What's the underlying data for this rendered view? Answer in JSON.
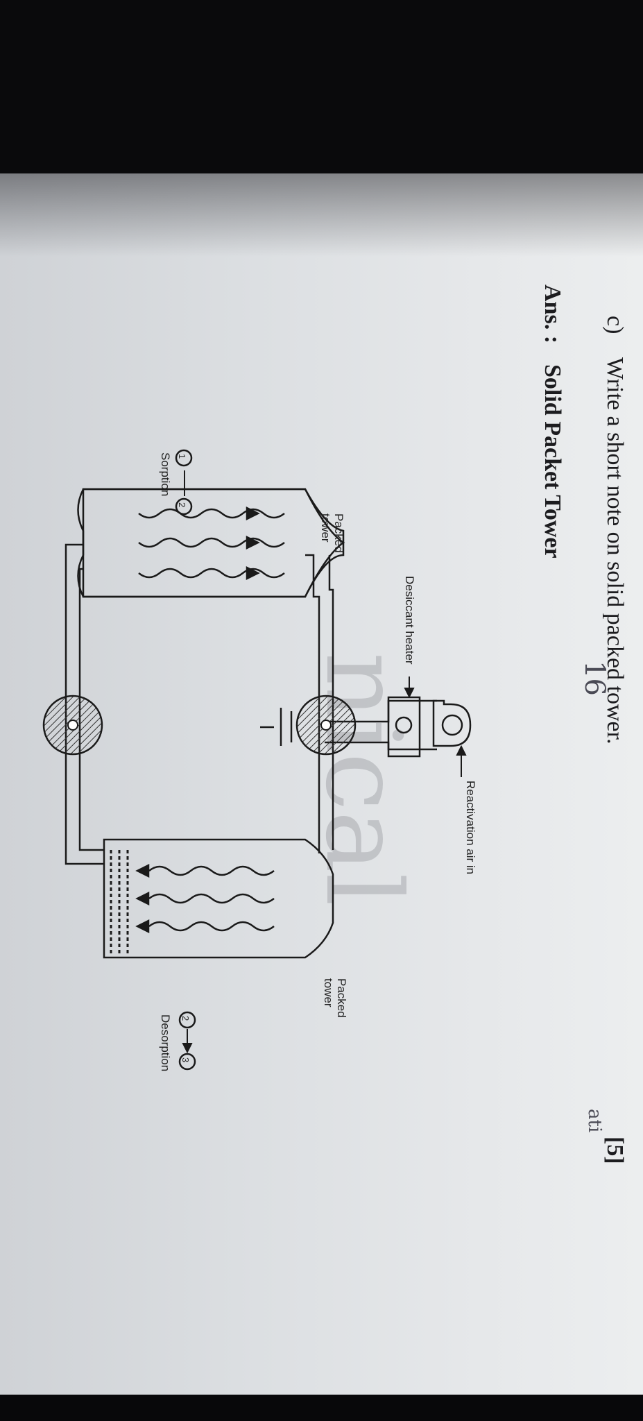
{
  "question": {
    "label": "c)",
    "text": "Write a short note on solid packed tower.",
    "marks": "[5]"
  },
  "annotations": {
    "handwritten": "16",
    "margin_fragment": "ati"
  },
  "answer": {
    "prefix": "Ans. :",
    "title": "Solid Packet Tower"
  },
  "diagram": {
    "reactivation_air": "Reactivation air in",
    "desiccant_heater": "Desiccant heater",
    "packed_tower_left": "Packed tower",
    "packed_tower_right": "Packed tower",
    "sorption": "Sorption",
    "desorption": "Desorption",
    "sorption_states": [
      "1",
      "2"
    ],
    "desorption_states": [
      "2",
      "3"
    ]
  },
  "watermark": "nical"
}
